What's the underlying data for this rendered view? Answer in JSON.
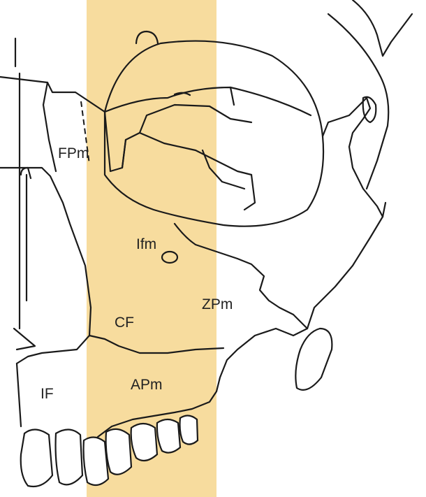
{
  "figure": {
    "highlight_color": "#f7dc9e",
    "line_color": "#1a1a1a",
    "labels": {
      "FPm": "FPm",
      "Ifm": "Ifm",
      "CF": "CF",
      "ZPm": "ZPm",
      "APm": "APm",
      "IF": "IF"
    }
  }
}
